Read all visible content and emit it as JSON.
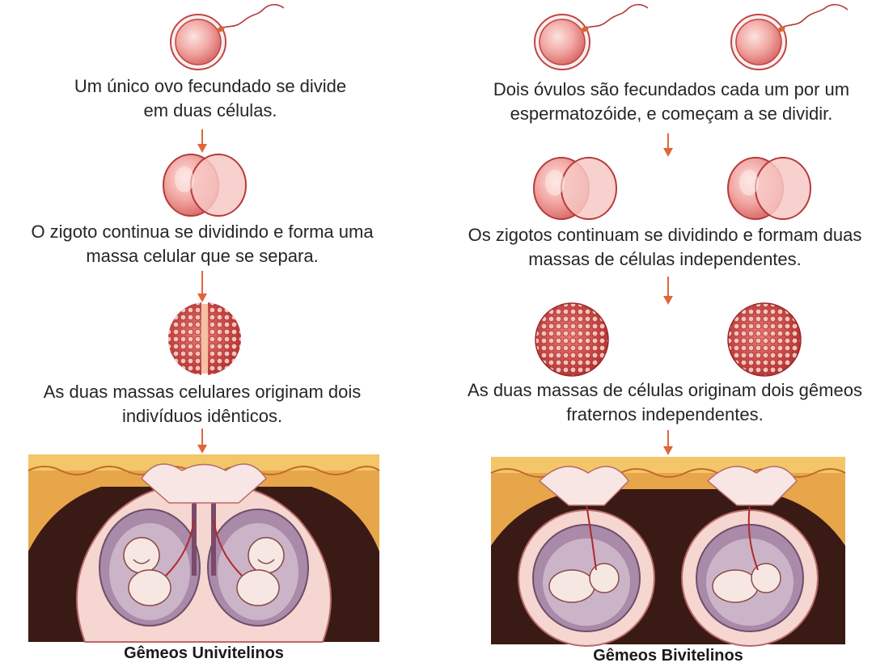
{
  "left": {
    "step1": [
      "Um único ovo fecundado se divide",
      "em duas células."
    ],
    "step2": [
      "O zigoto continua se dividindo e forma uma",
      "massa celular que se separa."
    ],
    "step3": [
      "As duas massas celulares originam dois",
      "indivíduos idênticos."
    ],
    "title": "Gêmeos Univitelinos"
  },
  "right": {
    "step1": [
      "Dois óvulos são fecundados cada um por um",
      "espermatozóide, e começam a se dividir."
    ],
    "step2": [
      "Os zigotos continuam se dividindo e formam duas",
      "massas de células independentes."
    ],
    "step3": [
      "As duas massas de células originam dois gêmeos",
      "fraternos independentes."
    ],
    "title": "Gêmeos Bivitelinos"
  },
  "colors": {
    "cell_fill": "#f2a7a3",
    "cell_stroke": "#b43a3a",
    "arrow": "#e0663a",
    "tissue_dark": "#3a1a14",
    "uterus_orange": "#e8a64a",
    "sac_pink": "#f6d6d0",
    "amnion_purple": "#a98aa8"
  }
}
